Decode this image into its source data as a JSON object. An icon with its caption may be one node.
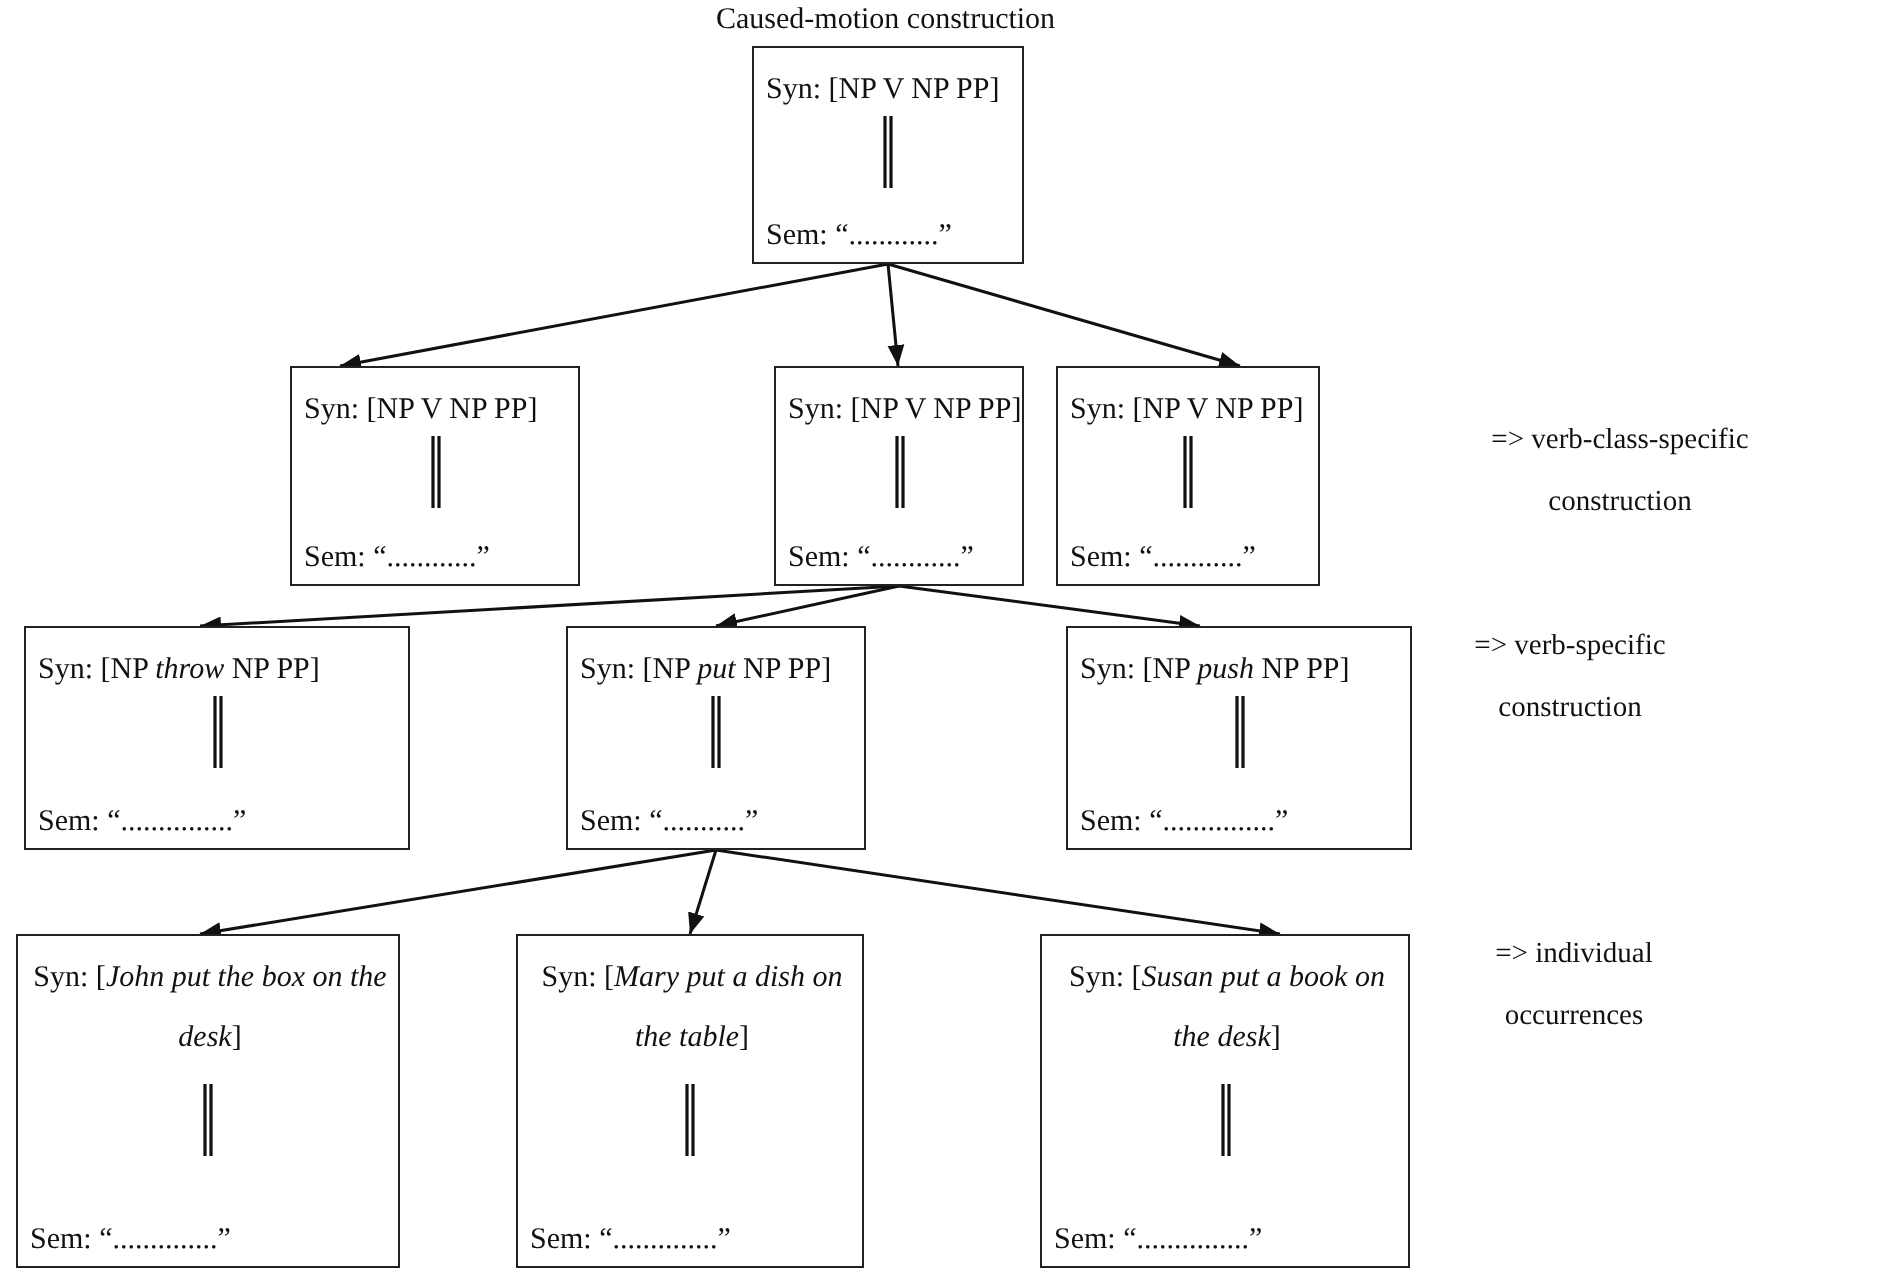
{
  "diagram": {
    "title": "Caused-motion construction",
    "nodes": [
      {
        "text": [
          "Syn: [NP V NP PP]",
          "Sem: “............”"
        ]
      },
      {
        "text": [
          "Syn: [NP V NP PP]",
          "Sem: “............”"
        ]
      },
      {
        "text": [
          "Syn: [NP V NP PP]",
          "Sem: “............”"
        ]
      },
      {
        "text": [
          "Syn: [NP V NP PP]",
          "Sem: “............”"
        ]
      },
      {
        "text": [
          "Syn: [NP *throw* NP PP]",
          "Sem: “...............”"
        ]
      },
      {
        "text": [
          "Syn: [NP *put* NP PP]",
          "Sem: “...........”"
        ]
      },
      {
        "text": [
          "Syn: [NP *push* NP PP]",
          "Sem: “...............”"
        ]
      },
      {
        "text": [
          "Syn: [*John put the box on the desk*]",
          "Sem: “..............”"
        ]
      },
      {
        "text": [
          "Syn: [*Mary put a dish on the table*]",
          "Sem: “..............”"
        ]
      },
      {
        "text": [
          "Syn: [*Susan put a book on the desk*]",
          "Sem: “...............”"
        ]
      }
    ],
    "edges": [
      {
        "from": 0,
        "to": 1,
        "arrow": "to"
      },
      {
        "from": 0,
        "to": 2,
        "arrow": "to"
      },
      {
        "from": 0,
        "to": 3,
        "arrow": "to"
      },
      {
        "from": 2,
        "to": 4,
        "arrow": "to"
      },
      {
        "from": 2,
        "to": 5,
        "arrow": "to"
      },
      {
        "from": 2,
        "to": 6,
        "arrow": "to"
      },
      {
        "from": 5,
        "to": 7,
        "arrow": "to"
      },
      {
        "from": 5,
        "to": 8,
        "arrow": "to"
      },
      {
        "from": 5,
        "to": 9,
        "arrow": "to"
      }
    ],
    "labels": [
      "=> verb-class-specific construction",
      "=> verb-specific construction",
      "=> individual occurrences"
    ]
  }
}
